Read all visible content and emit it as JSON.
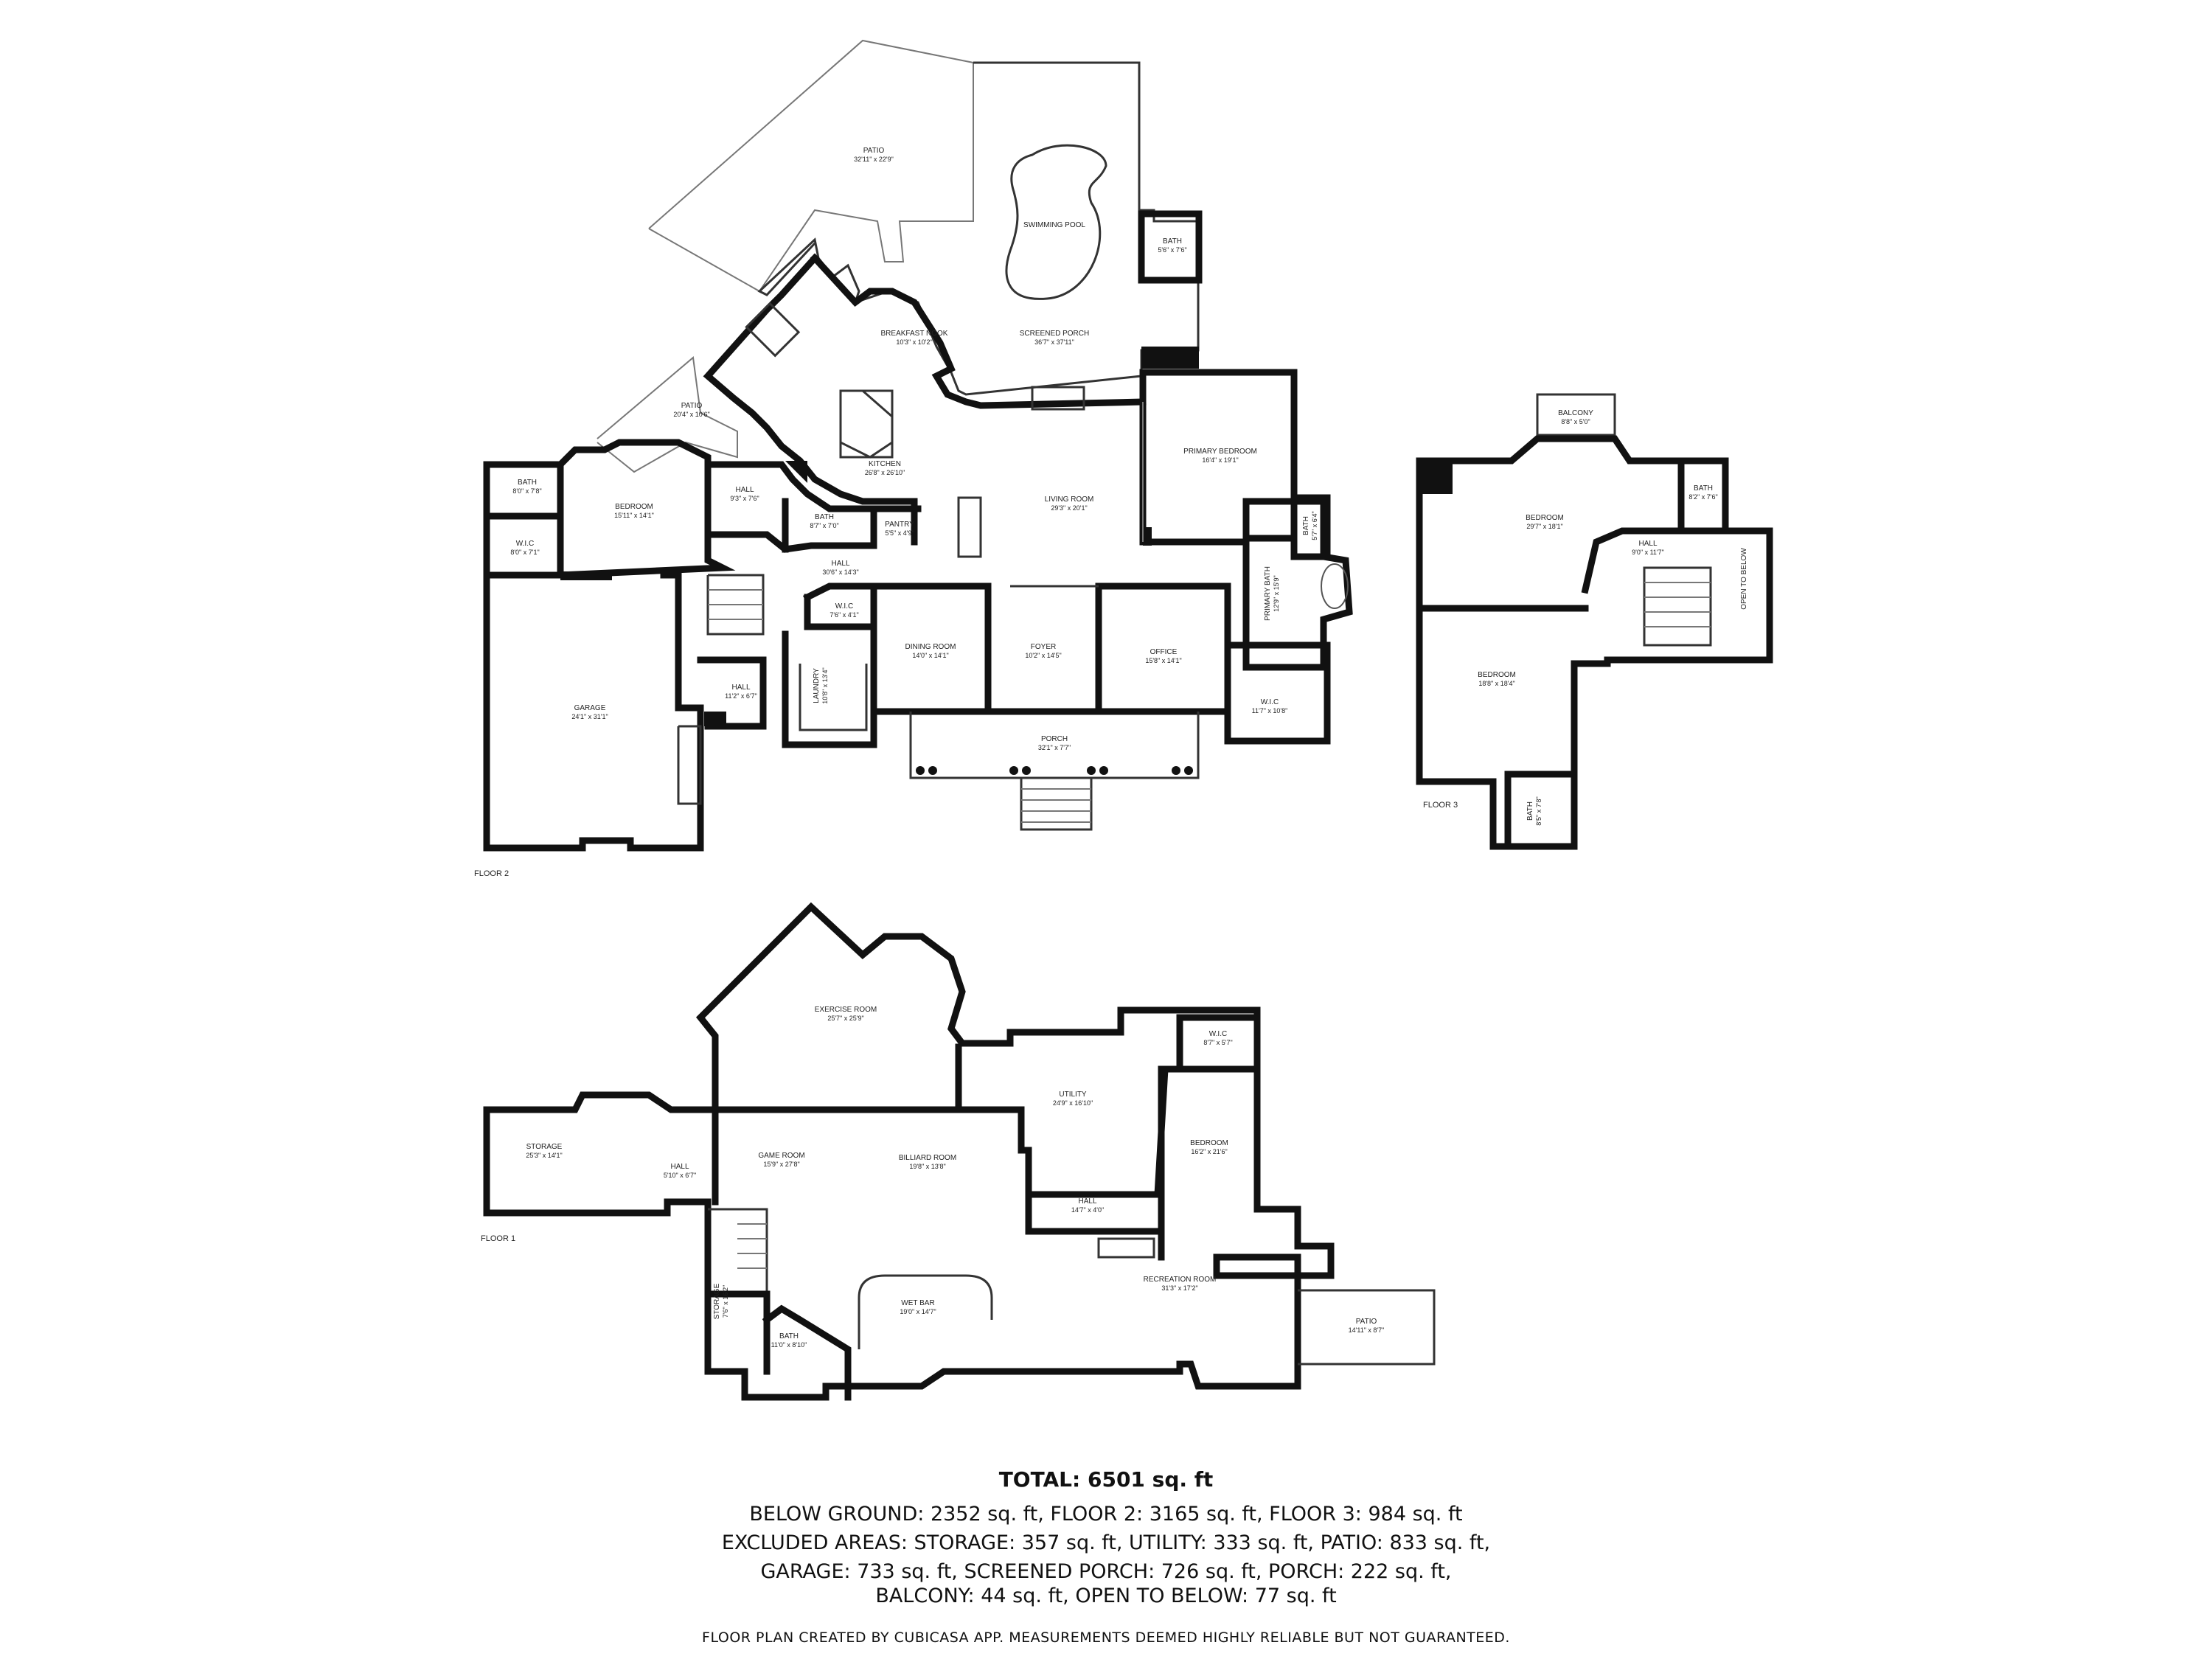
{
  "floors": {
    "floor2": {
      "label": "FLOOR 2",
      "rooms": {
        "patio_main": {
          "name": "PATIO",
          "dim": "32'11\" x 22'9\""
        },
        "swimming_pool": {
          "name": "SWIMMING POOL",
          "dim": ""
        },
        "bath_pool": {
          "name": "BATH",
          "dim": "5'6\" x 7'6\""
        },
        "breakfast_nook": {
          "name": "BREAKFAST NOOK",
          "dim": "10'3\" x 10'2\""
        },
        "screened_porch": {
          "name": "SCREENED PORCH",
          "dim": "36'7\" x 37'11\""
        },
        "patio_side": {
          "name": "PATIO",
          "dim": "20'4\" x 10'6\""
        },
        "kitchen": {
          "name": "KITCHEN",
          "dim": "26'8\" x 26'10\""
        },
        "primary_bedroom": {
          "name": "PRIMARY BEDROOM",
          "dim": "16'4\" x 19'1\""
        },
        "bath_left": {
          "name": "BATH",
          "dim": "8'0\" x 7'8\""
        },
        "bedroom": {
          "name": "BEDROOM",
          "dim": "15'11\" x 14'1\""
        },
        "hall_a": {
          "name": "HALL",
          "dim": "9'3\" x 7'6\""
        },
        "bath_mid": {
          "name": "BATH",
          "dim": "8'7\" x 7'0\""
        },
        "pantry": {
          "name": "PANTRY",
          "dim": "5'5\" x 4'9\""
        },
        "living_room": {
          "name": "LIVING ROOM",
          "dim": "29'3\" x 20'1\""
        },
        "wic_left": {
          "name": "W.I.C",
          "dim": "8'0\" x 7'1\""
        },
        "bath_primary_small": {
          "name": "BATH",
          "dim": "5'7\" x 6'4\""
        },
        "hall_b": {
          "name": "HALL",
          "dim": "30'6\" x 14'3\""
        },
        "wic_mid": {
          "name": "W.I.C",
          "dim": "7'6\" x 4'1\""
        },
        "primary_bath": {
          "name": "PRIMARY BATH",
          "dim": "12'9\" x 15'9\""
        },
        "dining_room": {
          "name": "DINING ROOM",
          "dim": "14'0\" x 14'1\""
        },
        "foyer": {
          "name": "FOYER",
          "dim": "10'2\" x 14'5\""
        },
        "office": {
          "name": "OFFICE",
          "dim": "15'8\" x 14'1\""
        },
        "laundry": {
          "name": "LAUNDRY",
          "dim": "10'8\" x 13'4\""
        },
        "hall_c": {
          "name": "HALL",
          "dim": "11'2\" x 6'7\""
        },
        "garage": {
          "name": "GARAGE",
          "dim": "24'1\" x 31'1\""
        },
        "wic_right": {
          "name": "W.I.C",
          "dim": "11'7\" x 10'8\""
        },
        "porch": {
          "name": "PORCH",
          "dim": "32'1\" x 7'7\""
        }
      }
    },
    "floor3": {
      "label": "FLOOR 3",
      "rooms": {
        "balcony": {
          "name": "BALCONY",
          "dim": "8'8\" x 5'0\""
        },
        "bath_top": {
          "name": "BATH",
          "dim": "8'2\" x 7'6\""
        },
        "bedroom_a": {
          "name": "BEDROOM",
          "dim": "29'7\" x 18'1\""
        },
        "hall": {
          "name": "HALL",
          "dim": "9'0\" x 11'7\""
        },
        "open_to_below": {
          "name": "OPEN TO BELOW",
          "dim": ""
        },
        "bedroom_b": {
          "name": "BEDROOM",
          "dim": "18'8\" x 18'4\""
        },
        "bath_bottom": {
          "name": "BATH",
          "dim": "8'5\" x 7'8\""
        }
      }
    },
    "floor1": {
      "label": "FLOOR 1",
      "rooms": {
        "exercise_room": {
          "name": "EXERCISE ROOM",
          "dim": "25'7\" x 25'9\""
        },
        "wic": {
          "name": "W.I.C",
          "dim": "8'7\" x 5'7\""
        },
        "utility": {
          "name": "UTILITY",
          "dim": "24'9\" x 16'10\""
        },
        "storage_a": {
          "name": "STORAGE",
          "dim": "25'3\" x 14'1\""
        },
        "hall_a": {
          "name": "HALL",
          "dim": "5'10\" x 6'7\""
        },
        "game_room": {
          "name": "GAME ROOM",
          "dim": "15'9\" x 27'8\""
        },
        "billiard_room": {
          "name": "BILLIARD ROOM",
          "dim": "19'8\" x 13'8\""
        },
        "bedroom": {
          "name": "BEDROOM",
          "dim": "16'2\" x 21'6\""
        },
        "hall_b": {
          "name": "HALL",
          "dim": "14'7\" x 4'0\""
        },
        "recreation_room": {
          "name": "RECREATION ROOM",
          "dim": "31'3\" x 17'2\""
        },
        "storage_b": {
          "name": "STORAGE",
          "dim": "7'6\" x 16'2\""
        },
        "wet_bar": {
          "name": "WET BAR",
          "dim": "19'0\" x 14'7\""
        },
        "bath": {
          "name": "BATH",
          "dim": "11'0\" x 8'10\""
        },
        "patio": {
          "name": "PATIO",
          "dim": "14'11\" x 8'7\""
        }
      }
    }
  },
  "summary": {
    "total": "TOTAL: 6501 sq. ft",
    "line1": "BELOW GROUND: 2352 sq. ft, FLOOR 2: 3165 sq. ft, FLOOR 3: 984 sq. ft",
    "line2": "EXCLUDED AREAS: STORAGE: 357 sq. ft, UTILITY: 333 sq. ft, PATIO: 833 sq. ft,",
    "line3": "GARAGE: 733 sq. ft, SCREENED PORCH: 726 sq. ft, PORCH: 222 sq. ft,",
    "line4": "BALCONY: 44 sq. ft, OPEN TO BELOW: 77 sq. ft"
  },
  "footer": "FLOOR PLAN CREATED BY CUBICASA APP. MEASUREMENTS DEEMED HIGHLY RELIABLE BUT NOT GUARANTEED."
}
